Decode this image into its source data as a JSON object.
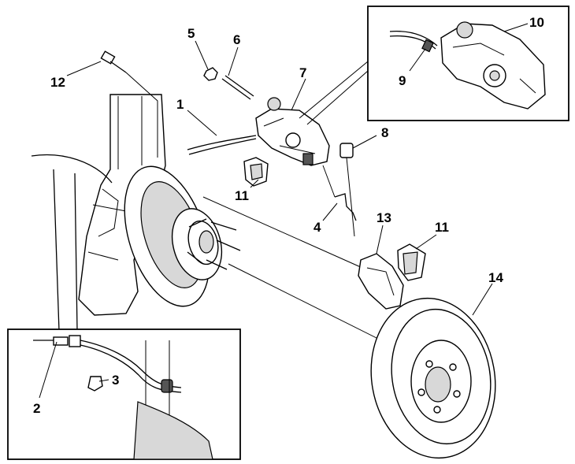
{
  "callouts": [
    {
      "id": "1",
      "label": "1"
    },
    {
      "id": "2",
      "label": "2"
    },
    {
      "id": "3",
      "label": "3"
    },
    {
      "id": "4",
      "label": "4"
    },
    {
      "id": "5",
      "label": "5"
    },
    {
      "id": "6",
      "label": "6"
    },
    {
      "id": "7",
      "label": "7"
    },
    {
      "id": "8",
      "label": "8"
    },
    {
      "id": "9",
      "label": "9"
    },
    {
      "id": "10",
      "label": "10"
    },
    {
      "id": "11a",
      "label": "11"
    },
    {
      "id": "11b",
      "label": "11"
    },
    {
      "id": "12",
      "label": "12"
    },
    {
      "id": "13",
      "label": "13"
    },
    {
      "id": "14",
      "label": "14"
    }
  ]
}
